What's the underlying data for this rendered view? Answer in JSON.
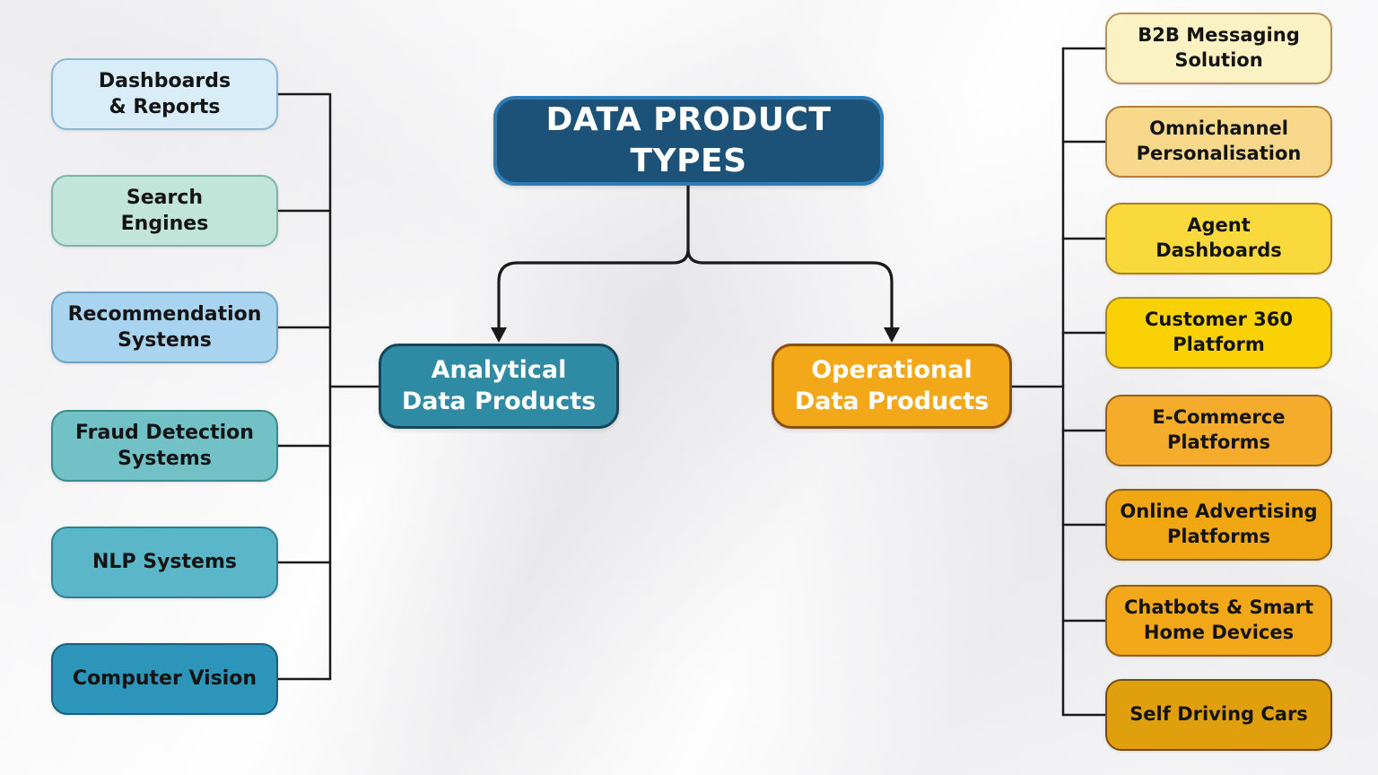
{
  "title": {
    "label": "DATA PRODUCT\nTYPES",
    "fill": "#1c5278",
    "border": "#2d7cb5",
    "text_color": "#ffffff"
  },
  "connectors": {
    "color": "#1a1a1a"
  },
  "branches": {
    "analytical": {
      "label": "Analytical\nData Products",
      "fill": "#2e8ba3",
      "border": "#14455c",
      "text_color": "#ffffff",
      "items": [
        {
          "label": "Dashboards\n& Reports",
          "fill": "#d9edf8",
          "border": "#8ab6cf"
        },
        {
          "label": "Search\nEngines",
          "fill": "#c2e5d9",
          "border": "#7fb5a6"
        },
        {
          "label": "Recommendation\nSystems",
          "fill": "#a9d4ef",
          "border": "#6fa3c4"
        },
        {
          "label": "Fraud Detection\nSystems",
          "fill": "#72c1c7",
          "border": "#3c8a91"
        },
        {
          "label": "NLP Systems",
          "fill": "#5cb6c9",
          "border": "#2f7f93"
        },
        {
          "label": "Computer Vision",
          "fill": "#2d95ba",
          "border": "#15607e"
        }
      ]
    },
    "operational": {
      "label": "Operational\nData Products",
      "fill": "#f2a818",
      "border": "#8a4d12",
      "text_color": "#ffffff",
      "items": [
        {
          "label": "B2B Messaging\nSolution",
          "fill": "#fbf2c4",
          "border": "#bb8d57"
        },
        {
          "label": "Omnichannel\nPersonalisation",
          "fill": "#f8d98b",
          "border": "#b07f3a"
        },
        {
          "label": "Agent\nDashboards",
          "fill": "#f9d93b",
          "border": "#a87f22"
        },
        {
          "label": "Customer 360\nPlatform",
          "fill": "#fad105",
          "border": "#a8861c"
        },
        {
          "label": "E-Commerce\nPlatforms",
          "fill": "#f4ac2a",
          "border": "#95601a"
        },
        {
          "label": "Online Advertising\nPlatforms",
          "fill": "#f1a713",
          "border": "#8f5c14"
        },
        {
          "label": "Chatbots & Smart\nHome Devices",
          "fill": "#f3a81a",
          "border": "#8f5c14"
        },
        {
          "label": "Self Driving Cars",
          "fill": "#e0a00e",
          "border": "#7a4b0e"
        }
      ]
    }
  }
}
